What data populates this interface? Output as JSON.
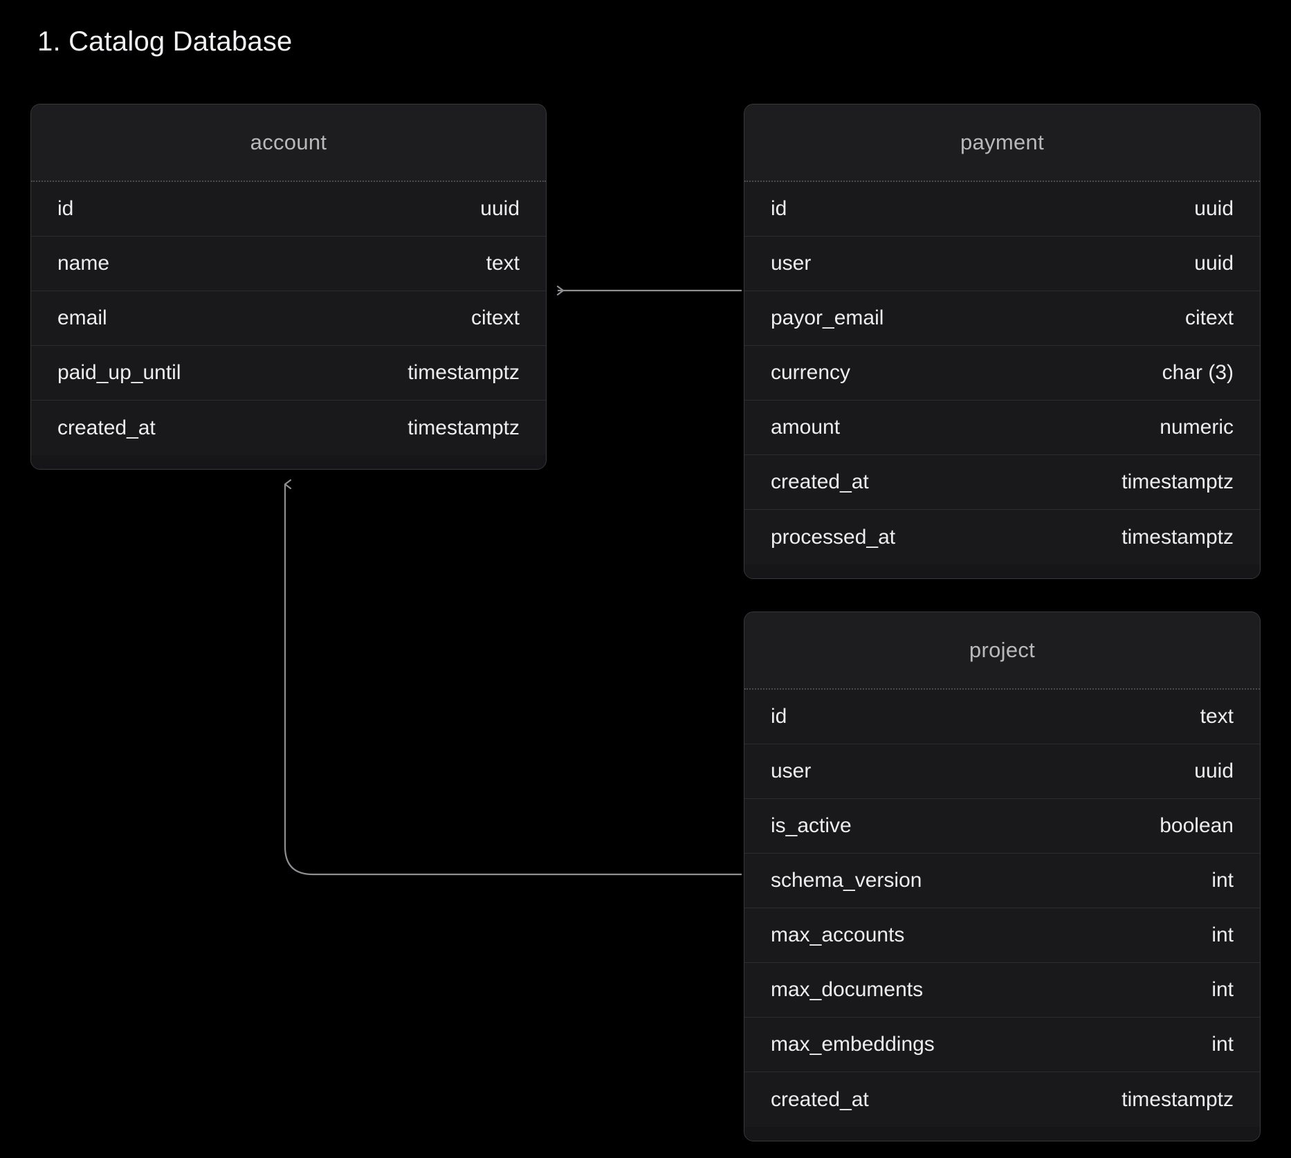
{
  "page": {
    "title": "1. Catalog Database",
    "background": "#000000",
    "accent": "#8e8e93"
  },
  "diagram": {
    "type": "entity-relationship-diagram",
    "tables": [
      {
        "name": "account",
        "fields": [
          {
            "name": "id",
            "type": "uuid"
          },
          {
            "name": "name",
            "type": "text"
          },
          {
            "name": "email",
            "type": "citext"
          },
          {
            "name": "paid_up_until",
            "type": "timestamptz"
          },
          {
            "name": "created_at",
            "type": "timestamptz"
          }
        ]
      },
      {
        "name": "payment",
        "fields": [
          {
            "name": "id",
            "type": "uuid"
          },
          {
            "name": "user",
            "type": "uuid"
          },
          {
            "name": "payor_email",
            "type": "citext"
          },
          {
            "name": "currency",
            "type": "char (3)"
          },
          {
            "name": "amount",
            "type": "numeric"
          },
          {
            "name": "created_at",
            "type": "timestamptz"
          },
          {
            "name": "processed_at",
            "type": "timestamptz"
          }
        ]
      },
      {
        "name": "project",
        "fields": [
          {
            "name": "id",
            "type": "text"
          },
          {
            "name": "user",
            "type": "uuid"
          },
          {
            "name": "is_active",
            "type": "boolean"
          },
          {
            "name": "schema_version",
            "type": "int"
          },
          {
            "name": "max_accounts",
            "type": "int"
          },
          {
            "name": "max_documents",
            "type": "int"
          },
          {
            "name": "max_embeddings",
            "type": "int"
          },
          {
            "name": "created_at",
            "type": "timestamptz"
          }
        ]
      }
    ],
    "relationships": [
      {
        "from": "payment.user",
        "to": "account.id",
        "style": "straight-arrow"
      },
      {
        "from": "project.user",
        "to": "account.id",
        "style": "elbow-arrow"
      }
    ]
  }
}
